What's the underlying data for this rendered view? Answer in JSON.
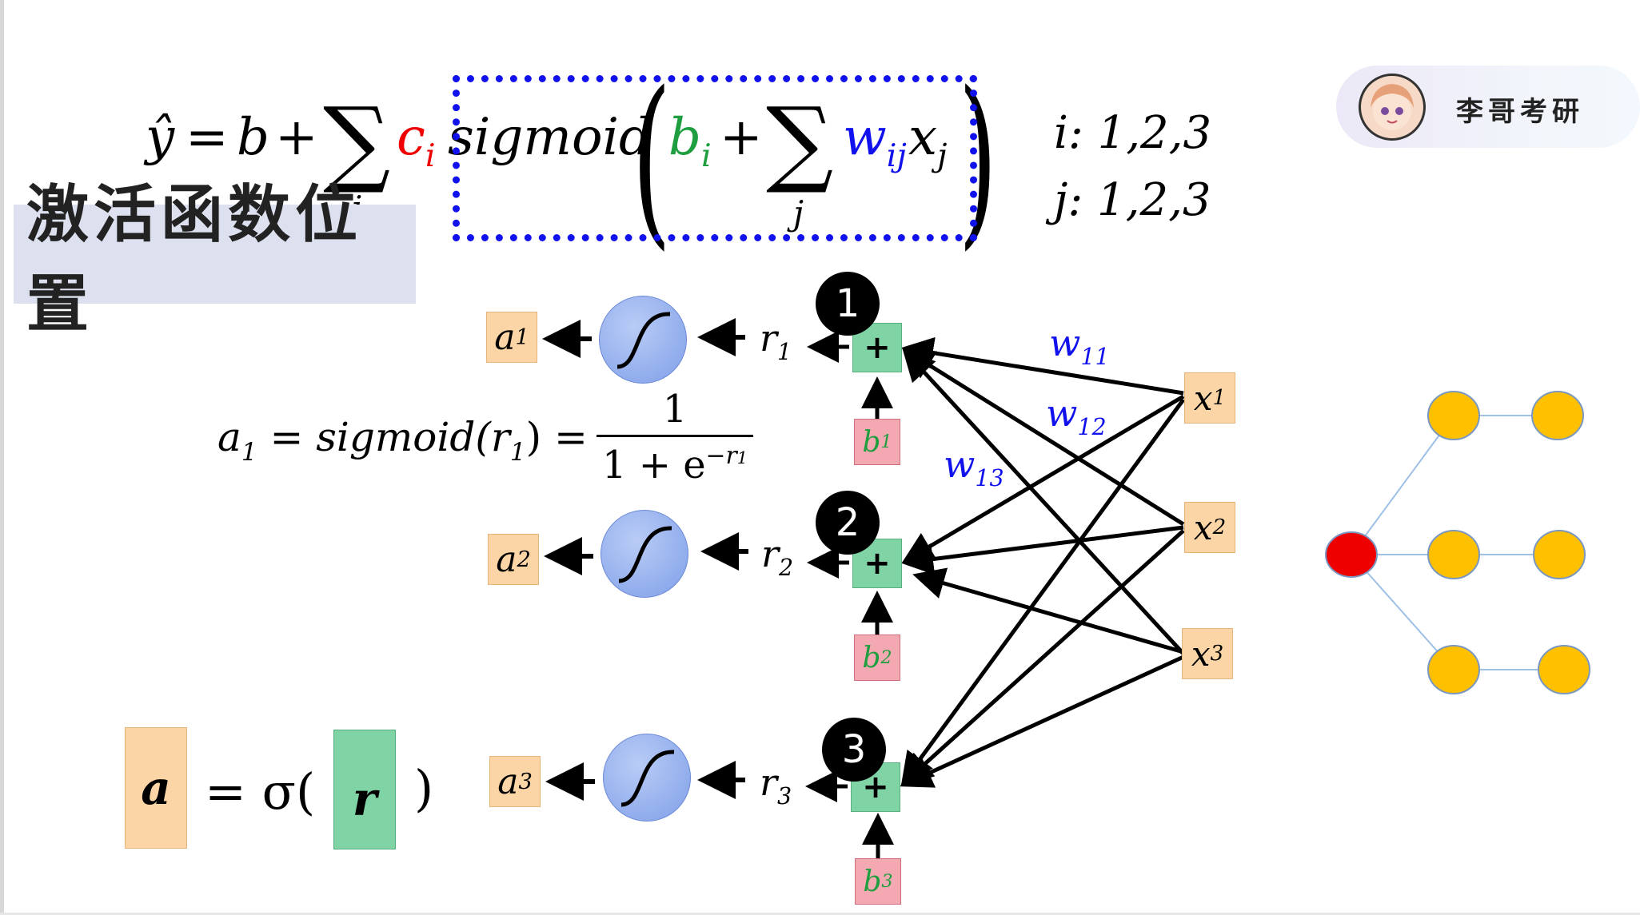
{
  "formula": {
    "lhs": "ŷ",
    "eq": "=",
    "b": "b",
    "plus": "+",
    "sum_symbol": "∑",
    "sum_index_outer": "i",
    "c": "c",
    "c_sub": "i",
    "sigmoid": "sigmoid",
    "bi": "b",
    "bi_sub": "i",
    "sum_index_inner": "j",
    "w": "w",
    "w_sub": "ij",
    "x": "x",
    "x_sub": "j",
    "range_i": "i: 1,2,3",
    "range_j": "j: 1,2,3"
  },
  "position_label": "激活函数位置",
  "brand": {
    "name": "李哥考研",
    "icon": "avatar-icon"
  },
  "network": {
    "outputs": [
      {
        "symbol": "a",
        "sub": "1"
      },
      {
        "symbol": "a",
        "sub": "2"
      },
      {
        "symbol": "a",
        "sub": "3"
      }
    ],
    "r_labels": [
      {
        "symbol": "r",
        "sub": "1"
      },
      {
        "symbol": "r",
        "sub": "2"
      },
      {
        "symbol": "r",
        "sub": "3"
      }
    ],
    "neuron_badges": [
      "1",
      "2",
      "3"
    ],
    "plus_label": "+",
    "biases": [
      {
        "symbol": "b",
        "sub": "1"
      },
      {
        "symbol": "b",
        "sub": "2"
      },
      {
        "symbol": "b",
        "sub": "3"
      }
    ],
    "inputs": [
      {
        "symbol": "x",
        "sub": "1"
      },
      {
        "symbol": "x",
        "sub": "2"
      },
      {
        "symbol": "x",
        "sub": "3"
      }
    ],
    "weights": [
      {
        "symbol": "w",
        "sub": "11"
      },
      {
        "symbol": "w",
        "sub": "12"
      },
      {
        "symbol": "w",
        "sub": "13"
      }
    ],
    "sigmoid_icon": "sigmoid-curve-icon"
  },
  "sigmoid_equation": {
    "lhs": "a",
    "lhs_sub": "1",
    "text": "= sigmoid(",
    "r": "r",
    "r_sub": "1",
    "close": ") =",
    "numerator": "1",
    "denominator_base": "1 + e",
    "denominator_exp": "−r",
    "denominator_exp_sub": "1"
  },
  "vector_equation": {
    "a": "a",
    "eq": "= σ(",
    "r": "r",
    "close": ")"
  },
  "tree": {
    "root_color": "#ee0000",
    "node_color": "#ffc000",
    "node_count": 7
  },
  "colors": {
    "c_coefficient": "#ee0000",
    "bias": "#1e9e3e",
    "weight": "#1111ee",
    "dashed_box": "#1111ee"
  }
}
